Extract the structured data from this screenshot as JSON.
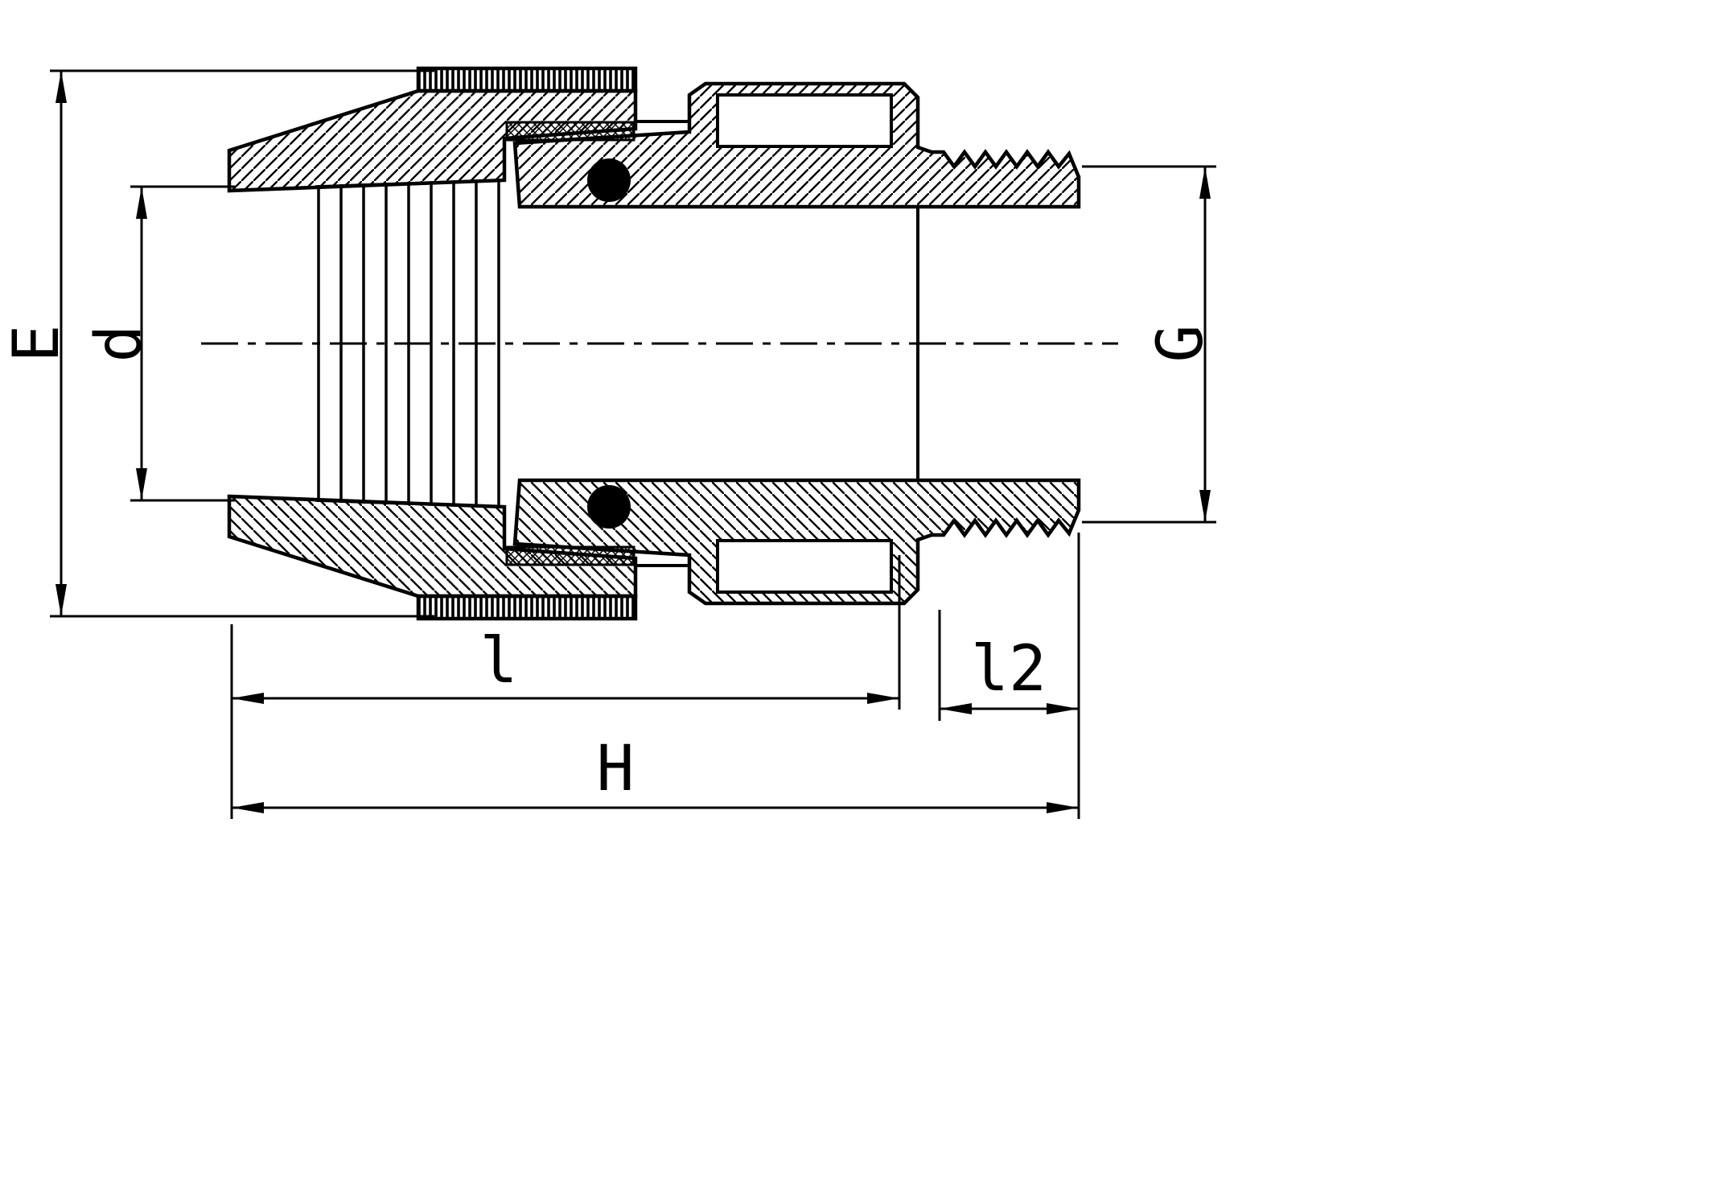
{
  "canvas": {
    "background": "#ffffff",
    "line_color": "#000000"
  },
  "drawing": {
    "dimension_labels": {
      "E": "E",
      "d": "d",
      "G": "G",
      "l": "l",
      "l2": "l2",
      "H": "H"
    }
  }
}
